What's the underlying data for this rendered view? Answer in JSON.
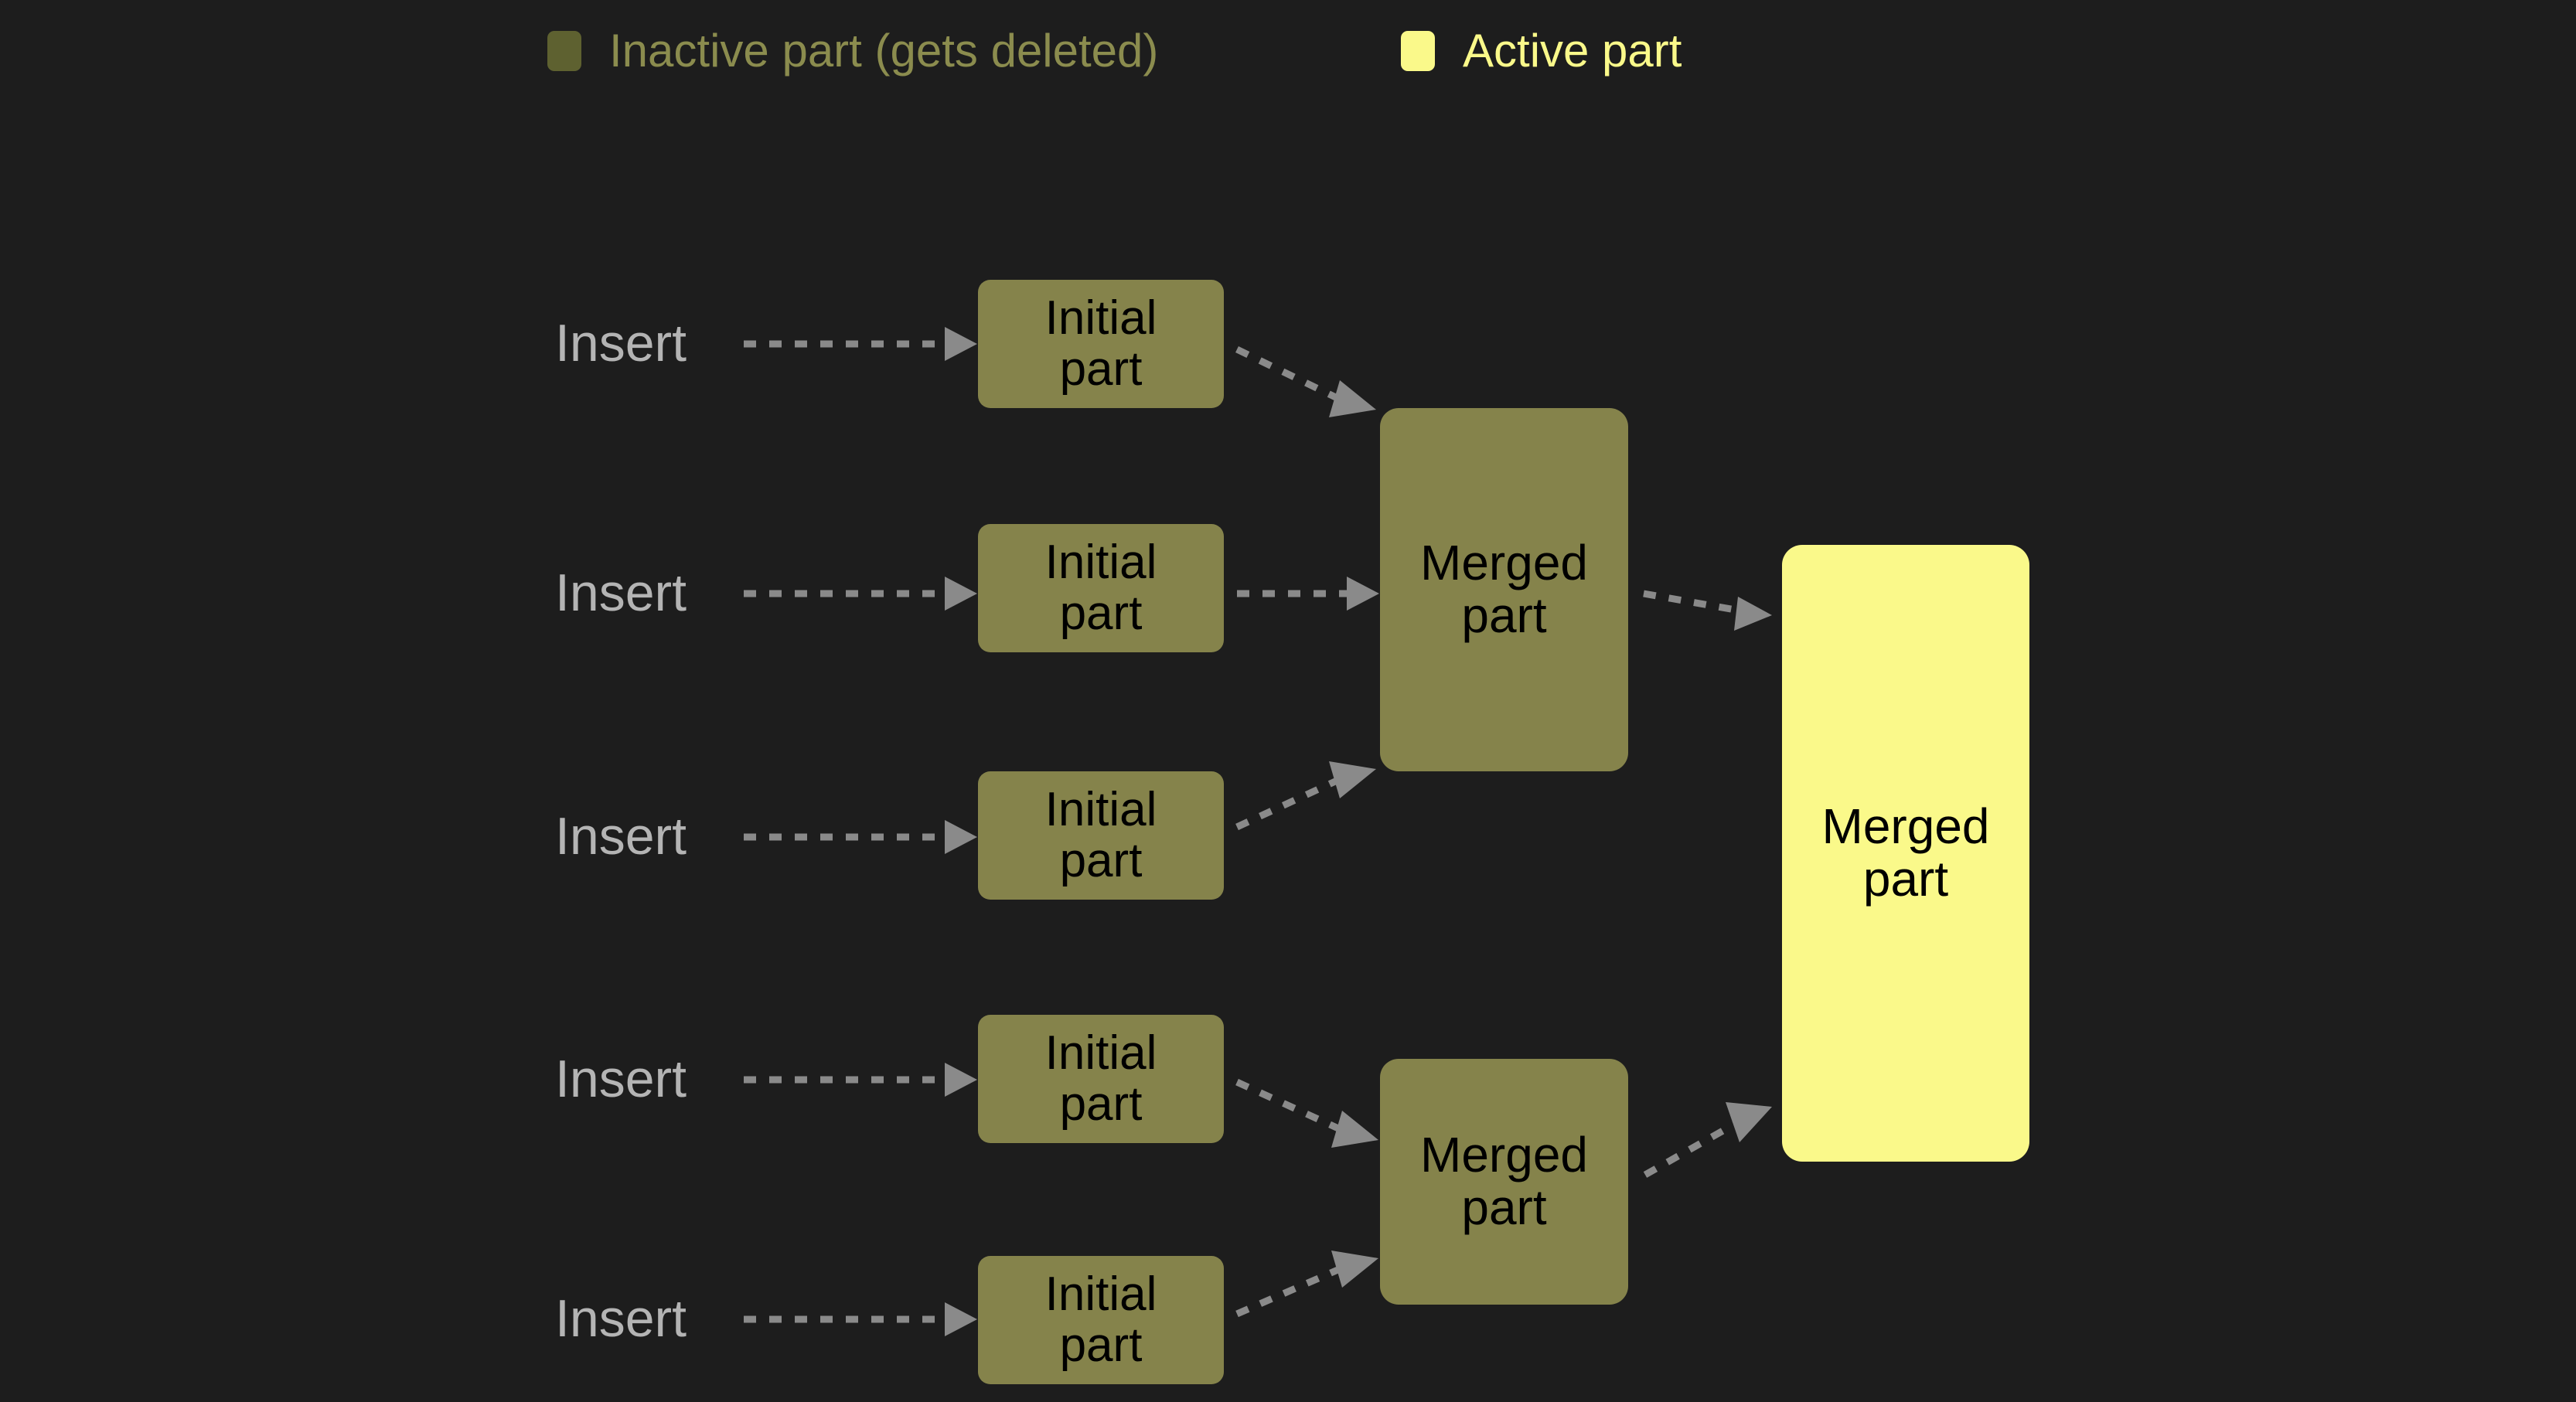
{
  "colors": {
    "background": "#1d1d1d",
    "inactive_swatch": "#5e6130",
    "inactive_node": "#85834b",
    "active": "#faf98a",
    "arrow": "#8a8a8a",
    "insert_text": "#b4b4b4",
    "node_text": "#000000",
    "legend_inactive_text": "#8b8c4e",
    "legend_active_text": "#faf98a"
  },
  "legend": {
    "inactive": {
      "label": "Inactive part (gets deleted)",
      "swatch_color": "#5e6130",
      "text_color": "#8b8c4e"
    },
    "active": {
      "label": "Active part",
      "swatch_color": "#faf98a",
      "text_color": "#faf98a"
    }
  },
  "diagram": {
    "insert_labels": [
      {
        "text": "Insert"
      },
      {
        "text": "Insert"
      },
      {
        "text": "Insert"
      },
      {
        "text": "Insert"
      },
      {
        "text": "Insert"
      }
    ],
    "initial_parts": [
      {
        "line1": "Initial",
        "line2": "part"
      },
      {
        "line1": "Initial",
        "line2": "part"
      },
      {
        "line1": "Initial",
        "line2": "part"
      },
      {
        "line1": "Initial",
        "line2": "part"
      },
      {
        "line1": "Initial",
        "line2": "part"
      }
    ],
    "merged_parts": [
      {
        "line1": "Merged",
        "line2": "part",
        "state": "inactive"
      },
      {
        "line1": "Merged",
        "line2": "part",
        "state": "inactive"
      }
    ],
    "active_part": {
      "line1": "Merged",
      "line2": "part",
      "state": "active"
    }
  }
}
